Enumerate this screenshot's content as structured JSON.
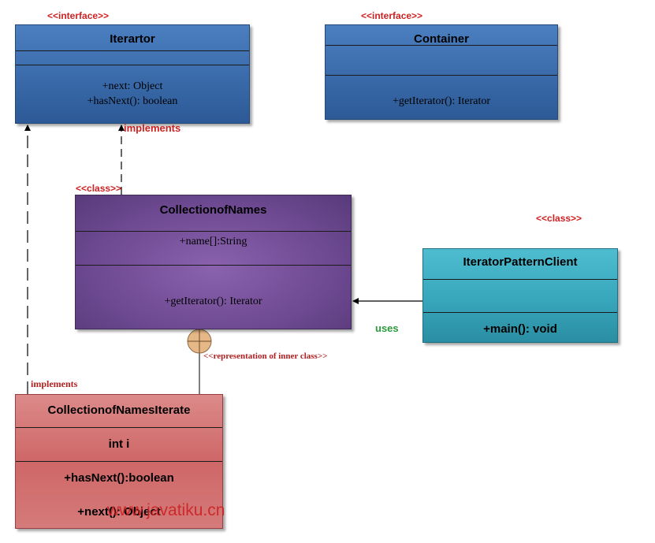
{
  "classes": {
    "iterartor": {
      "stereotype": "<<interface>>",
      "name": "Iterartor",
      "operations": [
        "+next: Object",
        "+hasNext(): boolean"
      ]
    },
    "container": {
      "stereotype": "<<interface>>",
      "name": "Container",
      "operations": [
        "+getIterator():  Iterator"
      ]
    },
    "collection_of_names": {
      "stereotype": "<<class>>",
      "name": "CollectionofNames",
      "attributes": [
        "+name[]:String"
      ],
      "operations": [
        "+getIterator():  Iterator"
      ]
    },
    "iterator_pattern_client": {
      "stereotype": "<<class>>",
      "name": "IteratorPatternClient",
      "operations": [
        "+main(): void"
      ]
    },
    "collection_of_names_iterate": {
      "name": "CollectionofNamesIterate",
      "attributes": [
        "int i"
      ],
      "operations": [
        "+hasNext():boolean",
        "+next(): Object"
      ]
    }
  },
  "relations": {
    "implements_top": "implements",
    "implements_bottom": "implements",
    "uses": "uses",
    "inner_class": "<<representation of inner class>>"
  },
  "watermark": "www.javatiku.cn",
  "colors": {
    "interface_fill": "#3a6aaa",
    "class_fill": "#6e4a92",
    "client_fill": "#38a6bb",
    "iterate_fill": "#cf6767",
    "stereotype_text": "#cc2222",
    "uses_text": "#2a9a3a"
  }
}
